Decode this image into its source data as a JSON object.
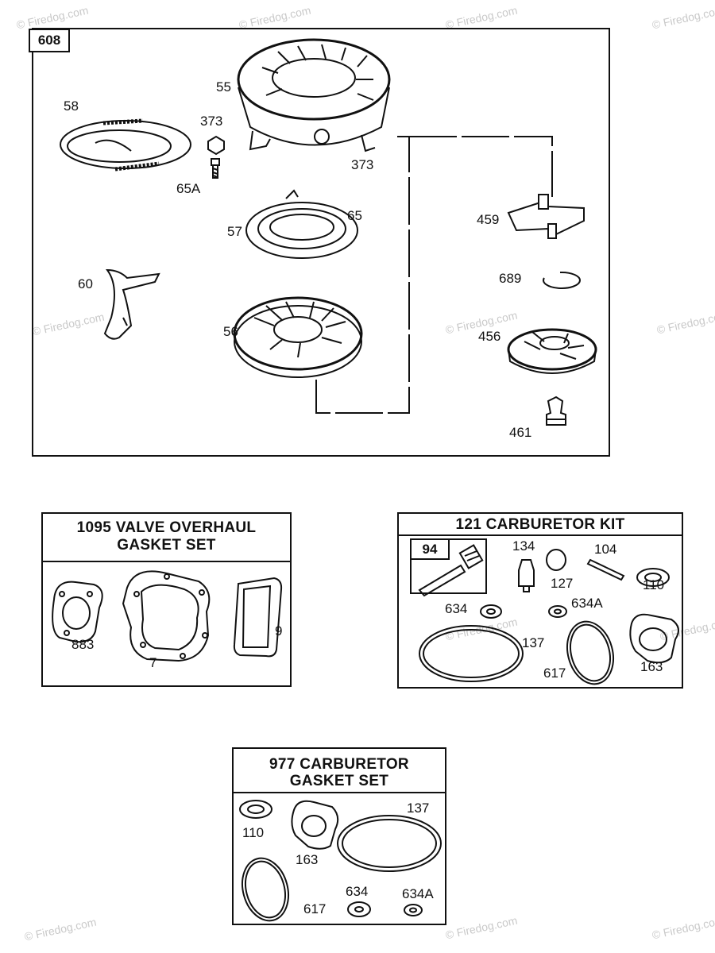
{
  "main_panel": {
    "id": "608",
    "callouts": {
      "c55": "55",
      "c58": "58",
      "c373a": "373",
      "c373b": "373",
      "c65a": "65A",
      "c57": "57",
      "c65": "65",
      "c459": "459",
      "c60": "60",
      "c689": "689",
      "c56": "56",
      "c456": "456",
      "c461": "461"
    }
  },
  "kit_1095": {
    "title_line1": "1095 VALVE OVERHAUL",
    "title_line2": "GASKET SET",
    "callouts": {
      "c883": "883",
      "c7": "7",
      "c9": "9"
    }
  },
  "kit_121": {
    "title": "121 CARBURETOR KIT",
    "sub_id": "94",
    "callouts": {
      "c134": "134",
      "c104": "104",
      "c127": "127",
      "c110": "110",
      "c634": "634",
      "c634a": "634A",
      "c137": "137",
      "c617": "617",
      "c163": "163"
    }
  },
  "kit_977": {
    "title_line1": "977 CARBURETOR",
    "title_line2": "GASKET SET",
    "callouts": {
      "c137": "137",
      "c110": "110",
      "c163": "163",
      "c634": "634",
      "c634a": "634A",
      "c617": "617"
    }
  },
  "watermark": "© Firedog.com"
}
